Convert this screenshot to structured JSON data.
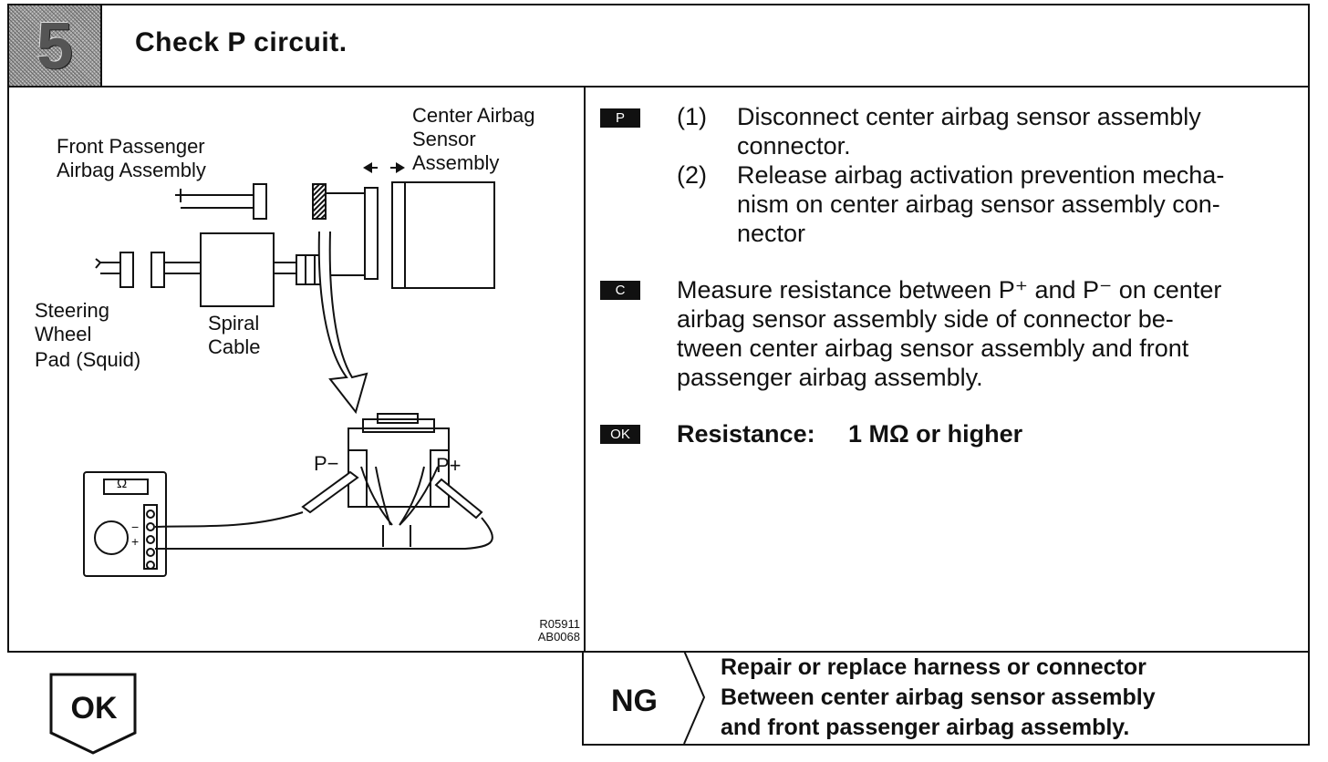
{
  "header": {
    "step_number": "5",
    "title": "Check P circuit."
  },
  "diagram": {
    "labels": {
      "center_airbag": "Center Airbag",
      "sensor": "Sensor",
      "assembly": "Assembly",
      "front_passenger": "Front Passenger",
      "airbag_assembly": "Airbag Assembly",
      "steering": "Steering",
      "wheel": "Wheel",
      "pad_squid": "Pad (Squid)",
      "spiral": "Spiral",
      "cable": "Cable",
      "p_minus": "P−",
      "p_plus": "P+",
      "ohm": "Ω",
      "minus": "−",
      "plus": "+"
    },
    "codes": [
      "R05911",
      "AB0068"
    ]
  },
  "instructions": {
    "p_badge": "P",
    "p_items": [
      {
        "num": "(1)",
        "text_lines": [
          "Disconnect center airbag sensor assembly",
          "connector."
        ]
      },
      {
        "num": "(2)",
        "text_lines": [
          "Release airbag activation prevention mecha-",
          "nism on center airbag sensor assembly con-",
          "nector"
        ]
      }
    ],
    "c_badge": "C",
    "c_lines": [
      "Measure resistance between P⁺ and P⁻ on center",
      "airbag sensor assembly side of connector be-",
      "tween center airbag sensor assembly and front",
      "passenger airbag assembly."
    ],
    "ok_badge": "OK",
    "ok_label": "Resistance:",
    "ok_value": "1 MΩ or higher"
  },
  "footer": {
    "ok_label": "OK",
    "ng_label": "NG",
    "ng_lines": [
      "Repair or replace harness or connector",
      "Between center airbag sensor assembly",
      "and front passenger airbag assembly."
    ]
  }
}
